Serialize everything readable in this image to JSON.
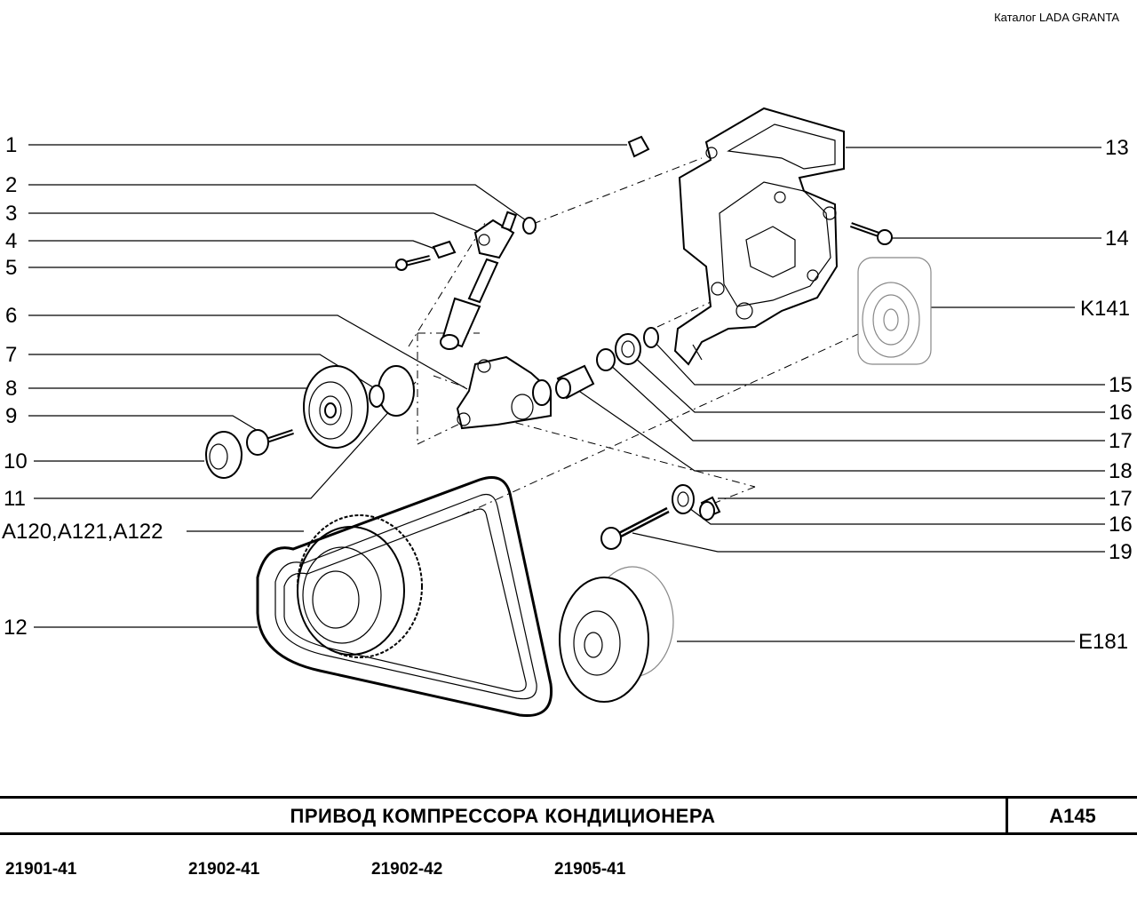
{
  "header": {
    "catalog": "Каталог  LADA  GRANTA"
  },
  "labels": {
    "l1": "1",
    "l2": "2",
    "l3": "3",
    "l4": "4",
    "l5": "5",
    "l6": "6",
    "l7": "7",
    "l8": "8",
    "l9": "9",
    "l10": "10",
    "l11": "11",
    "la120": "A120,A121,A122",
    "l12": "12",
    "r13": "13",
    "r14": "14",
    "rk141": "K141",
    "r15": "15",
    "r16a": "16",
    "r17a": "17",
    "r18": "18",
    "r17b": "17",
    "r16b": "16",
    "r19": "19",
    "re181": "E181"
  },
  "title": {
    "text": "ПРИВОД  КОМПРЕССОРА  КОНДИЦИОНЕРА",
    "code": "A145"
  },
  "models": [
    "21901-41",
    "21902-41",
    "21902-42",
    "21905-41"
  ]
}
